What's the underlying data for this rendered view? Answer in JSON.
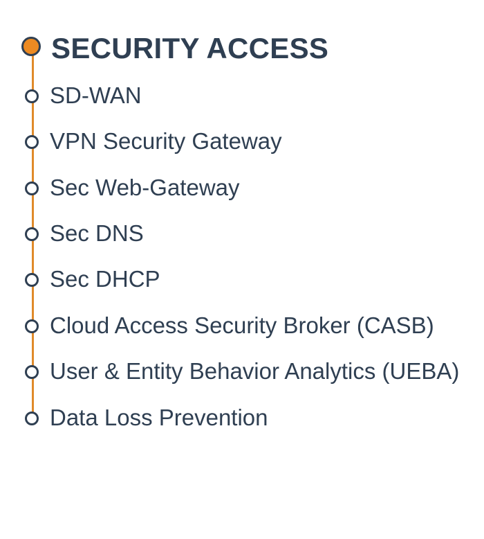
{
  "header": {
    "title": "SECURITY ACCESS"
  },
  "items": [
    {
      "label": "SD-WAN"
    },
    {
      "label": "VPN Security Gateway"
    },
    {
      "label": "Sec Web-Gateway"
    },
    {
      "label": "Sec DNS"
    },
    {
      "label": "Sec DHCP"
    },
    {
      "label": "Cloud Access Security Broker (CASB)"
    },
    {
      "label": "User & Entity Behavior Analytics (UEBA)"
    },
    {
      "label": "Data Loss Prevention"
    }
  ],
  "colors": {
    "accent": "#ec8a22",
    "line": "#e08a2a",
    "text": "#2f3f52",
    "background": "#ffffff"
  }
}
